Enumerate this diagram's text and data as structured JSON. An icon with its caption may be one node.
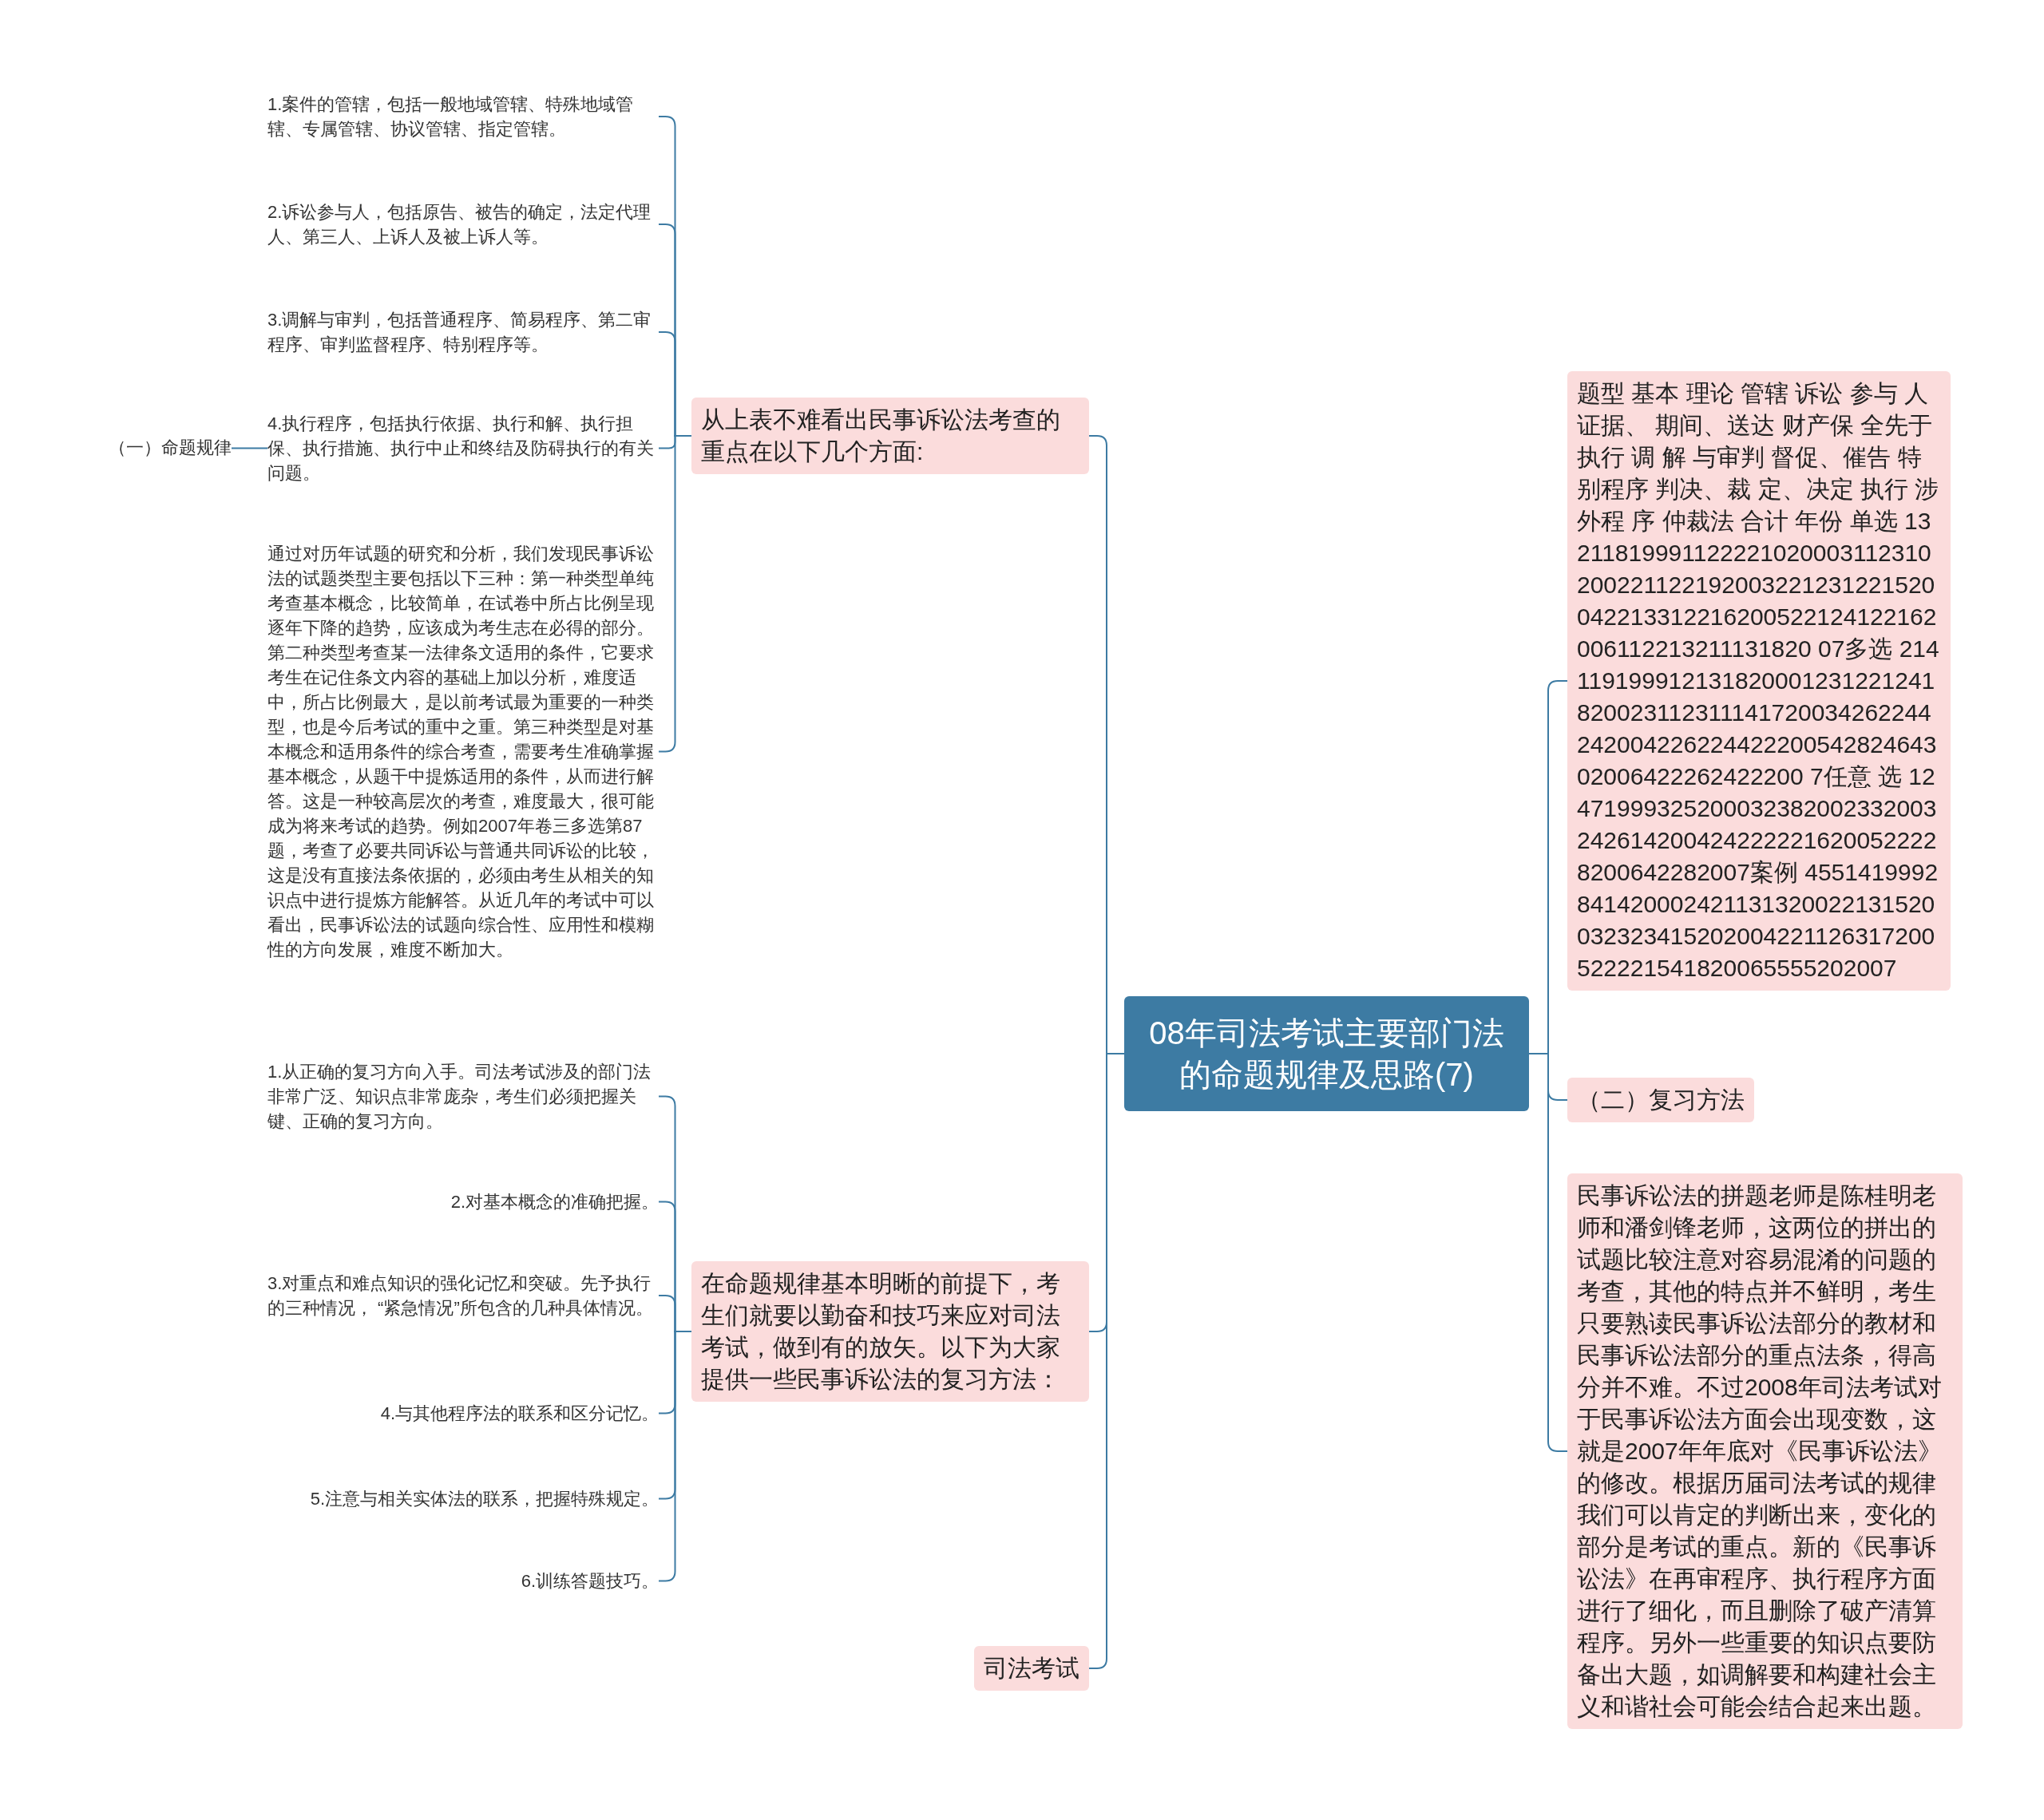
{
  "diagram": {
    "nodes": [
      {
        "text": [
          "08年司法考试主要部门法的命题规律及思路(7)"
        ]
      },
      {
        "text": [
          "从上表不难看出民事诉讼法考查的重点在以下几个方面:"
        ]
      },
      {
        "text": [
          "1.案件的管辖，包括一般地域管辖、特殊地域管辖、专属管辖、协议管辖、指定管辖。"
        ]
      },
      {
        "text": [
          "2.诉讼参与人，包括原告、被告的确定，法定代理人、第三人、上诉人及被上诉人等。"
        ]
      },
      {
        "text": [
          "3.调解与审判，包括普通程序、简易程序、第二审程序、审判监督程序、特别程序等。"
        ]
      },
      {
        "text": [
          "4.执行程序，包括执行依据、执行和解、执行担保、执行措施、执行中止和终结及防碍执行的有关问题。"
        ]
      },
      {
        "text": [
          "（一）命题规律"
        ]
      },
      {
        "text": [
          "通过对历年试题的研究和分析，我们发现民事诉讼法的试题类型主要包括以下三种：第一种类型单纯考查基本概念，比较简单，在试卷中所占比例呈现逐年下降的趋势，应该成为考生志在必得的部分。第二种类型考查某一法律条文适用的条件，它要求考生在记住条文内容的基础上加以分析，难度适中，所占比例最大，是以前考试最为重要的一种类型，也是今后考试的重中之重。第三种类型是对基本概念和适用条件的综合考查，需要考生准确掌握基本概念，从题干中提炼适用的条件，从而进行解答。这是一种较高层次的考查，难度最大，很可能成为将来考试的趋势。例如2007年卷三多选第87题，考查了必要共同诉讼与普通共同诉讼的比较，这是没有直接法条依据的，必须由考生从相关的知识点中进行提炼方能解答。从近几年的考试中可以看出，民事诉讼法的试题向综合性、应用性和模糊性的方向发展，难度不断加大。"
        ]
      },
      {
        "text": [
          "在命题规律基本明晰的前提下，考生们就要以勤奋和技巧来应对司法考试，做到有的放矢。以下为大家提供一些民事诉讼法的复习方法："
        ]
      },
      {
        "text": [
          "1.从正确的复习方向入手。司法考试涉及的部门法非常广泛、知识点非常庞杂，考生们必须把握关键、正确的复习方向。"
        ]
      },
      {
        "text": [
          "2.对基本概念的准确把握。"
        ]
      },
      {
        "text": [
          "3.对重点和难点知识的强化记忆和突破。先予执行的三种情况， “紧急情况”所包含的几种具体情况。"
        ]
      },
      {
        "text": [
          "4.与其他程序法的联系和区分记忆。"
        ]
      },
      {
        "text": [
          "5.注意与相关实体法的联系，把握特殊规定。"
        ]
      },
      {
        "text": [
          "6.训练答题技巧。"
        ]
      },
      {
        "text": [
          "司法考试"
        ]
      },
      {
        "text": [
          "题型 基本 理论 管辖 诉讼 参与 人证据、 期间、送达 财产保 全先于执行 调 解 与审判 督促、催告 特别程序 判决、裁 定、决定 执行 涉外程 序 仲裁法 合计 年份 单选 13211819991122221020003112310200221122192003221231221520042213312216200522124122162006112213211131820 07多选 21411919991213182000123122124182002311231114172003426224424200422622442220054282464302006422262422200 7任意 选 124719993252000323820023320032426142004242222216200522228200642282007案例 4551419992841420002421131320022131520032323415202004221126317200522221541820065555202007"
        ]
      },
      {
        "text": [
          "（二）复习方法"
        ]
      },
      {
        "text": [
          "民事诉讼法的拼题老师是陈桂明老师和潘剑锋老师，这两位的拼出的试题比较注意对容易混淆的问题的考查，其他的特点并不鲜明，考生只要熟读民事诉讼法部分的教材和民事诉讼法部分的重点法条，得高分并不难。不过2008年司法考试对于民事诉讼法方面会出现变数，这就是2007年年底对《民事诉讼法》的修改。根据历届司法考试的规律我们可以肯定的判断出来，变化的部分是考试的重点。新的《民事诉讼法》在再审程序、执行程序方面进行了细化，而且删除了破产清算程序。另外一些重要的知识点要防备出大题，如调解要和构建社会主义和谐社会可能会结合起来出题。"
        ]
      }
    ],
    "edges": [
      {
        "from": 0,
        "to": 1,
        "arrow": "none"
      },
      {
        "from": 1,
        "to": 2,
        "arrow": "none"
      },
      {
        "from": 1,
        "to": 3,
        "arrow": "none"
      },
      {
        "from": 1,
        "to": 4,
        "arrow": "none"
      },
      {
        "from": 1,
        "to": 5,
        "arrow": "none"
      },
      {
        "from": 5,
        "to": 6,
        "arrow": "none"
      },
      {
        "from": 1,
        "to": 7,
        "arrow": "none"
      },
      {
        "from": 0,
        "to": 8,
        "arrow": "none"
      },
      {
        "from": 8,
        "to": 9,
        "arrow": "none"
      },
      {
        "from": 8,
        "to": 10,
        "arrow": "none"
      },
      {
        "from": 8,
        "to": 11,
        "arrow": "none"
      },
      {
        "from": 8,
        "to": 12,
        "arrow": "none"
      },
      {
        "from": 8,
        "to": 13,
        "arrow": "none"
      },
      {
        "from": 8,
        "to": 14,
        "arrow": "none"
      },
      {
        "from": 0,
        "to": 15,
        "arrow": "none"
      },
      {
        "from": 0,
        "to": 16,
        "arrow": "none"
      },
      {
        "from": 0,
        "to": 17,
        "arrow": "none"
      },
      {
        "from": 0,
        "to": 18,
        "arrow": "none"
      }
    ]
  }
}
